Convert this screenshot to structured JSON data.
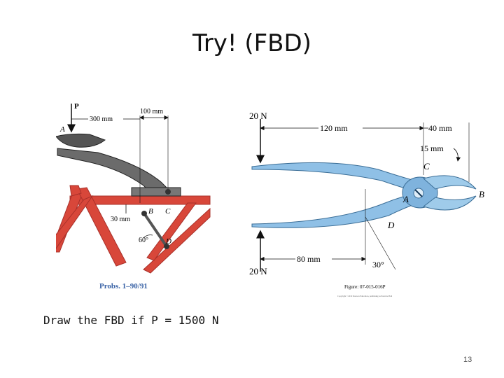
{
  "slide": {
    "title": "Try! (FBD)",
    "prompt": "Draw the FBD if P = 1500 N",
    "page_number": "13"
  },
  "bike_figure": {
    "force_label": "P",
    "point_a": "A",
    "point_b": "B",
    "point_c": "C",
    "point_d": "D",
    "dim_300": "300 mm",
    "dim_100": "100 mm",
    "dim_30": "30 mm",
    "angle": "60°",
    "caption": "Probs. 1–90/91",
    "caption_color": "#3a63a6",
    "frame_color": "#d8473a"
  },
  "pliers_figure": {
    "force_top": "20 N",
    "force_bottom": "20 N",
    "dim_120": "120 mm",
    "dim_40": "40 mm",
    "dim_15": "15 mm",
    "dim_80": "80 mm",
    "angle": "30°",
    "point_a": "A",
    "point_b": "B",
    "point_c": "C",
    "point_d": "D",
    "figure_id": "Figure: 07-015-016P",
    "copyright": "Copyright ©2010 Pearson Education, publishing as Prentice Hall",
    "metal_color": "#7fb3dd"
  }
}
